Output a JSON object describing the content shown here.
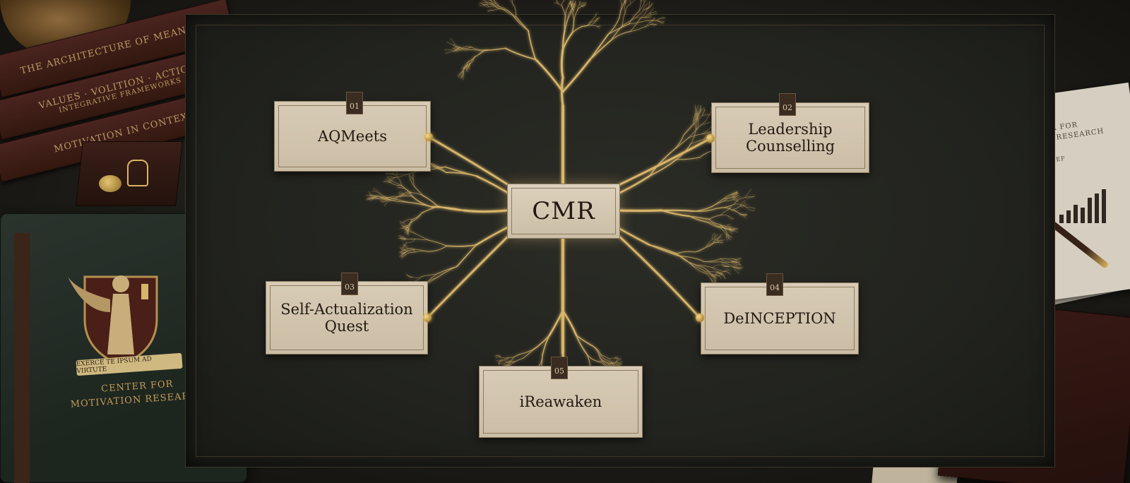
{
  "diagram": {
    "center": {
      "label": "CMR"
    },
    "nodes": [
      {
        "number": "01",
        "label": "AQMeets"
      },
      {
        "number": "02",
        "label": "Leadership\nCounselling"
      },
      {
        "number": "03",
        "label": "Self-Actualization\nQuest"
      },
      {
        "number": "04",
        "label": "DeINCEPTION"
      },
      {
        "number": "05",
        "label": "iReawaken"
      }
    ]
  },
  "props": {
    "books": [
      {
        "title": "THE ARCHITECTURE OF MEANING"
      },
      {
        "title": "VALUES · VOLITION · ACTION"
      },
      {
        "title": "INTEGRATIVE FRAMEWORKS"
      },
      {
        "title": "MOTIVATION IN CONTEXT"
      }
    ],
    "notebook": {
      "motto": "EXERCE TE IPSUM AD VIRTUTE",
      "title": "CENTER FOR\nMOTIVATION RESEARCH"
    },
    "papers": {
      "heading": "CENTER FOR\nMOTIVATION RESEARCH",
      "subheading": "RESEARCH BRIEF"
    }
  },
  "colors": {
    "branch": "#d9b56a",
    "card": "#d3c6af",
    "tab": "#3a2c20"
  }
}
